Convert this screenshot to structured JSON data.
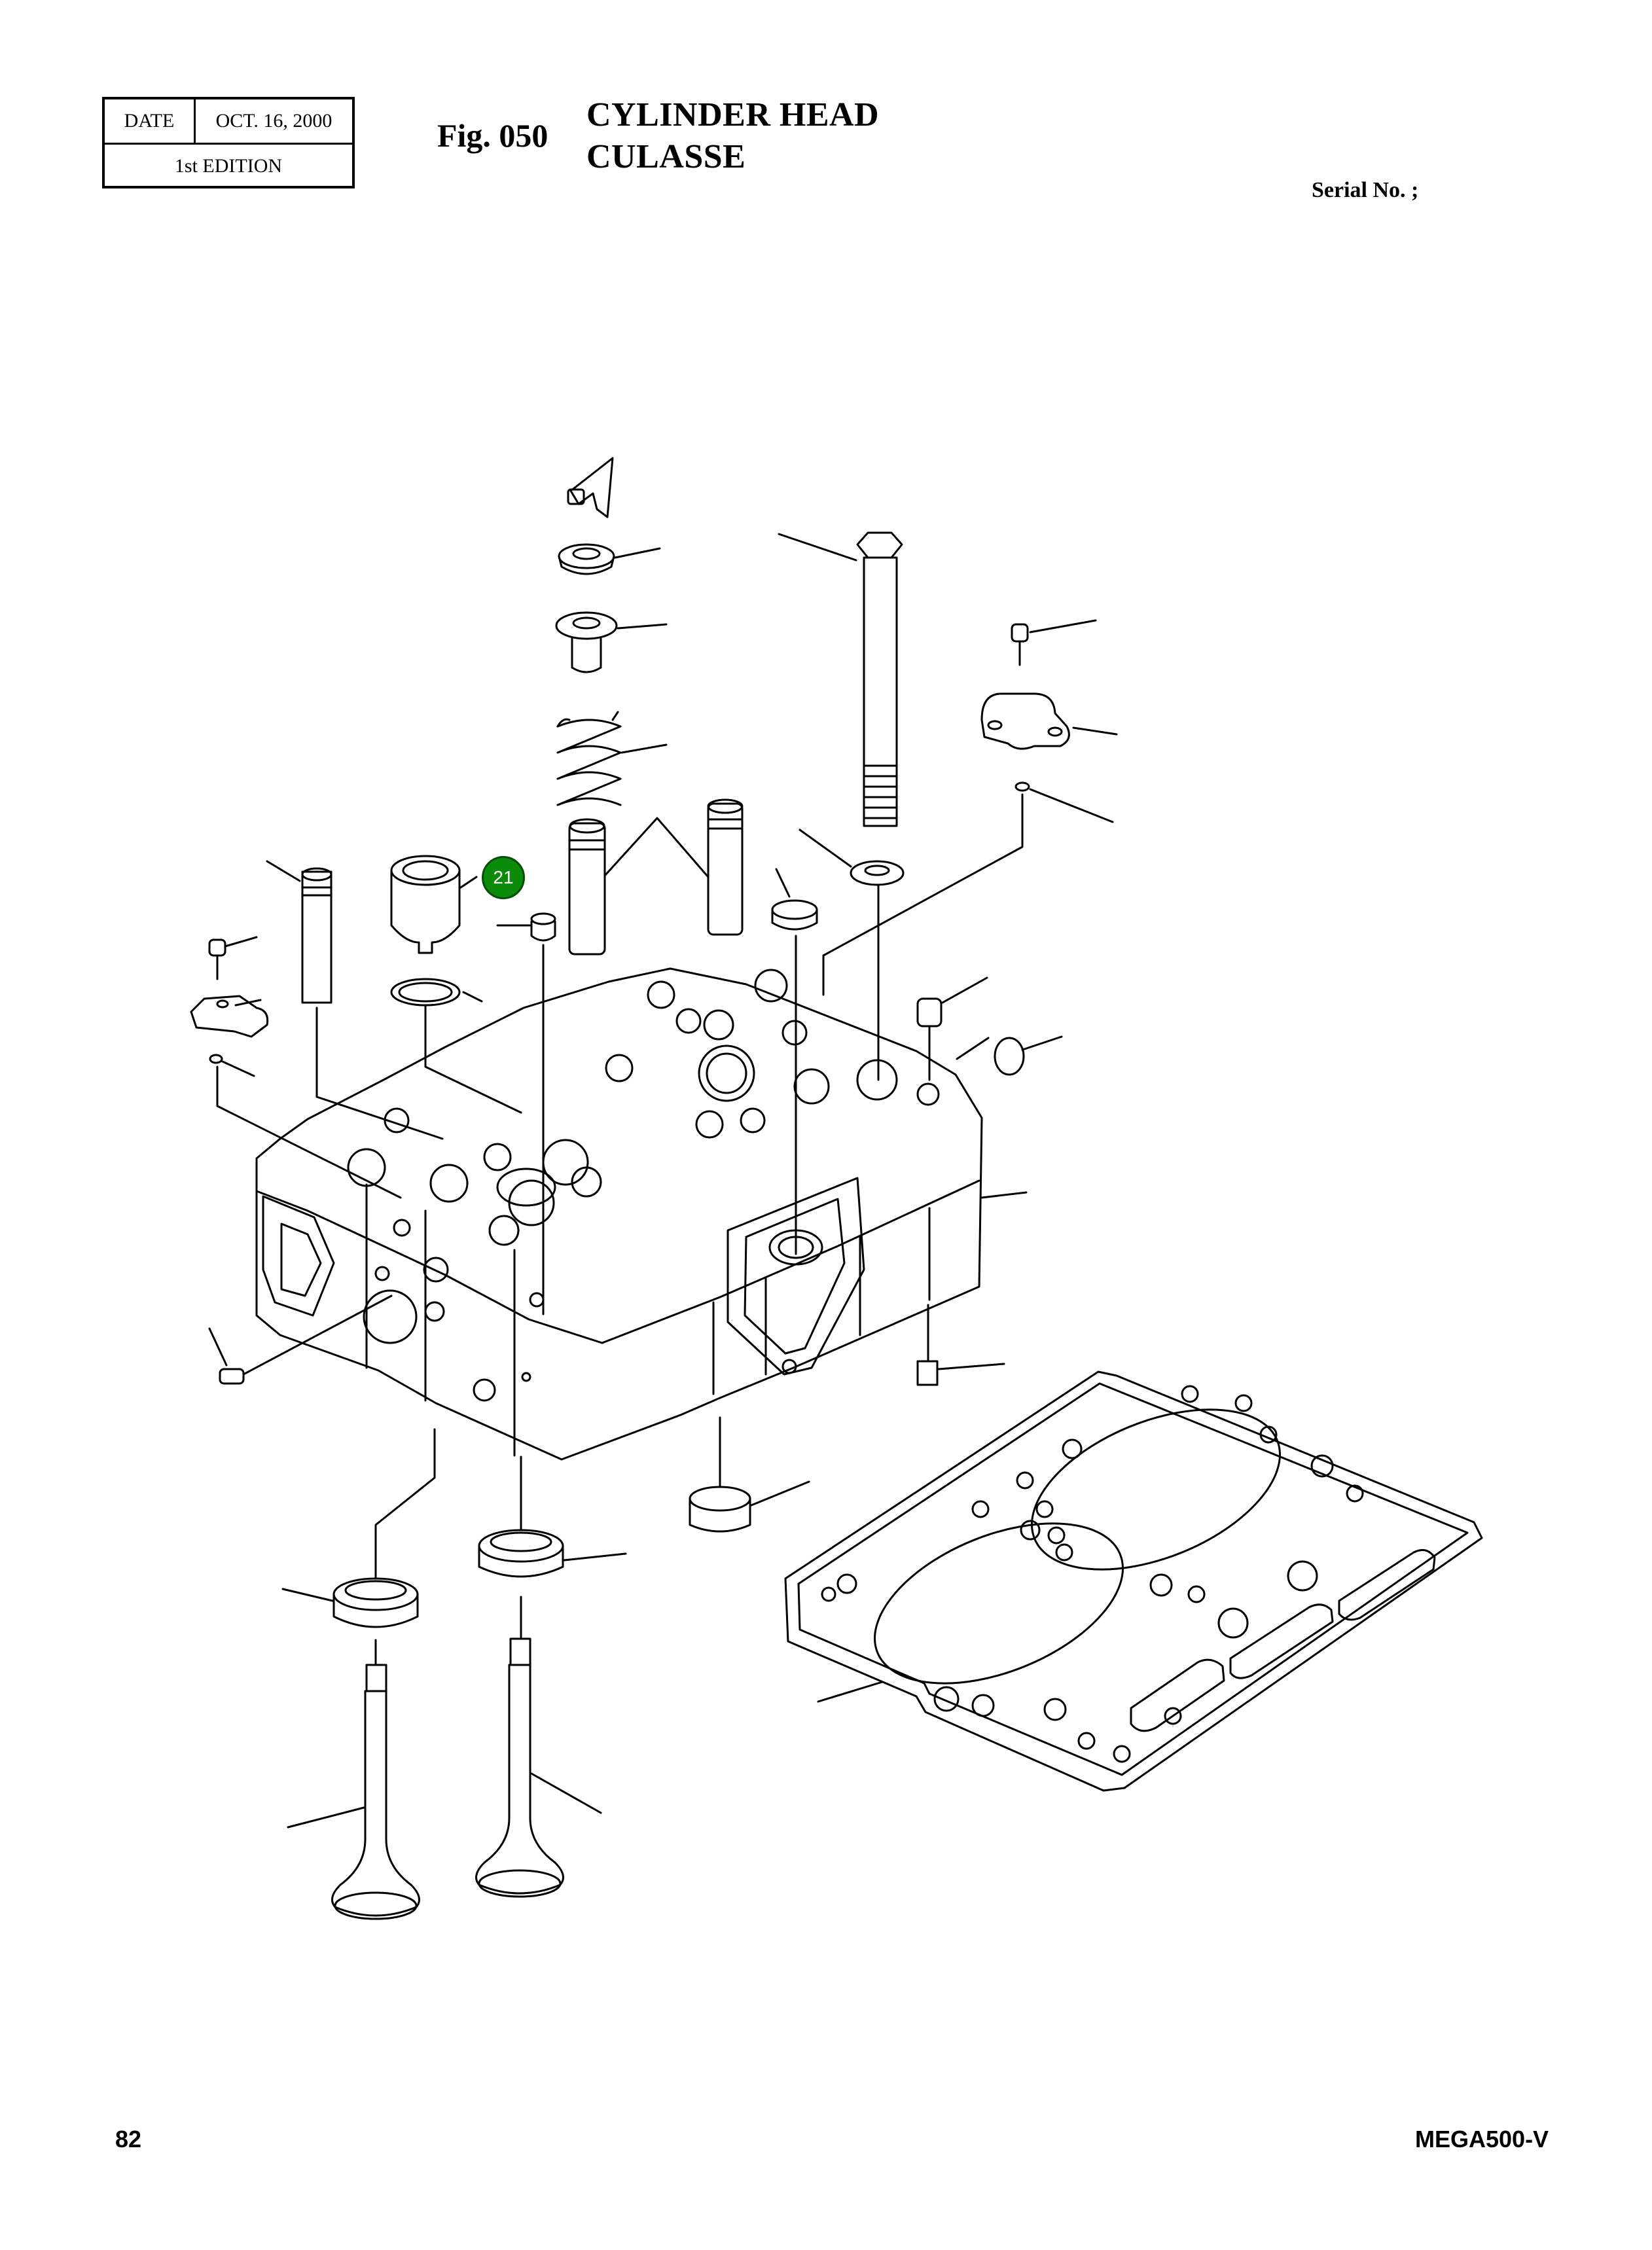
{
  "header": {
    "date_label": "DATE",
    "date_value": "OCT. 16, 2000",
    "edition": "1st EDITION",
    "figure_number": "Fig. 050",
    "title_en": "CYLINDER HEAD",
    "title_fr": "CULASSE",
    "serial_label": "Serial No. ;"
  },
  "diagram": {
    "callout_number": "21",
    "callout_color": "#0b8a0b"
  },
  "footer": {
    "page_number": "82",
    "model": "MEGA500-V"
  }
}
